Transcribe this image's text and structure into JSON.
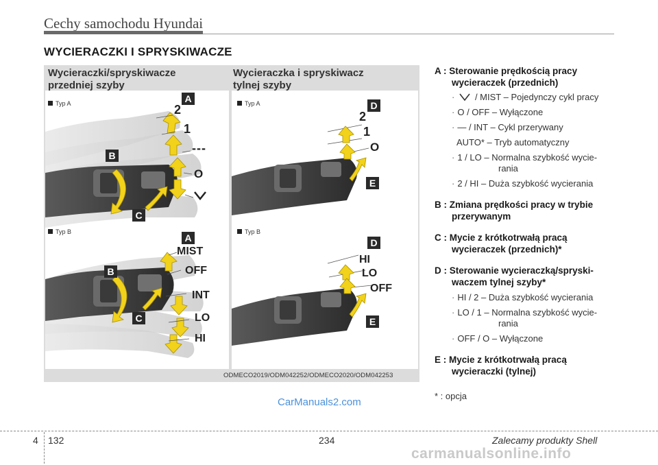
{
  "header": {
    "title": "Cechy samochodu Hyundai"
  },
  "section_title": "WYCIERACZKI I SPRYSKIWACZE",
  "panels": {
    "front": {
      "title_line1": "Wycieraczki/spryskiwacze",
      "title_line2": "przedniej szyby",
      "typ_a": "Typ A",
      "typ_b": "Typ B",
      "a_labels": {
        "two": "2",
        "one": "1",
        "dash": "---",
        "o": "O",
        "v": "V"
      },
      "b_labels": {
        "mist": "MIST",
        "off": "OFF",
        "int": "INT",
        "lo": "LO",
        "hi": "HI"
      },
      "tags": {
        "a": "A",
        "b": "B",
        "c": "C"
      }
    },
    "rear": {
      "title_line1": "Wycieraczka i spryskiwacz",
      "title_line2": "tylnej szyby",
      "typ_a": "Typ A",
      "typ_b": "Typ B",
      "a_labels": {
        "two": "2",
        "one": "1",
        "o": "O"
      },
      "b_labels": {
        "hi": "HI",
        "lo": "LO",
        "off": "OFF"
      },
      "tags": {
        "d": "D",
        "e": "E"
      }
    },
    "code": "ODMECO2019/ODM042252/ODMECO2020/ODM042253"
  },
  "right": {
    "a": {
      "label": "A : Sterowanie prędkością pracy",
      "label2": "wycieraczek (przednich)",
      "items": [
        " / MIST – Pojedynczy cykl pracy",
        "O / OFF – Wyłączone",
        "— / INT – Cykl przerywany",
        "AUTO* – Tryb automatyczny",
        "1 / LO – Normalna szybkość wycie-",
        "rania",
        "2 / HI – Duża szybkość wycierania"
      ]
    },
    "b": {
      "label": "B : Zmiana prędkości pracy w trybie",
      "label2": "przerywanym"
    },
    "c": {
      "label": "C : Mycie z krótkotrwałą pracą",
      "label2": "wycieraczek (przednich)*"
    },
    "d": {
      "label": "D : Sterowanie wycieraczką/spryski-",
      "label2": "waczem tylnej szyby*",
      "items": [
        "HI / 2 – Duża szybkość wycierania",
        "LO / 1 – Normalna szybkość wycie-",
        "rania",
        "OFF / O – Wyłączone"
      ]
    },
    "e": {
      "label": "E : Mycie z krótkotrwałą pracą",
      "label2": "wycieraczki (tylnej)"
    },
    "option": "* : opcja"
  },
  "watermark": "CarManuals2.com",
  "footer": {
    "section": "4",
    "page": "132",
    "center_page": "234",
    "shell": "Zalecamy produkty Shell",
    "bottom_watermark": "carmanualsonline.info"
  },
  "colors": {
    "arrow_yellow": "#f2d21a",
    "tag_dark": "#2a2a2a",
    "panel_gray": "#dcdcdc",
    "watermark_blue": "#4a90d9"
  }
}
